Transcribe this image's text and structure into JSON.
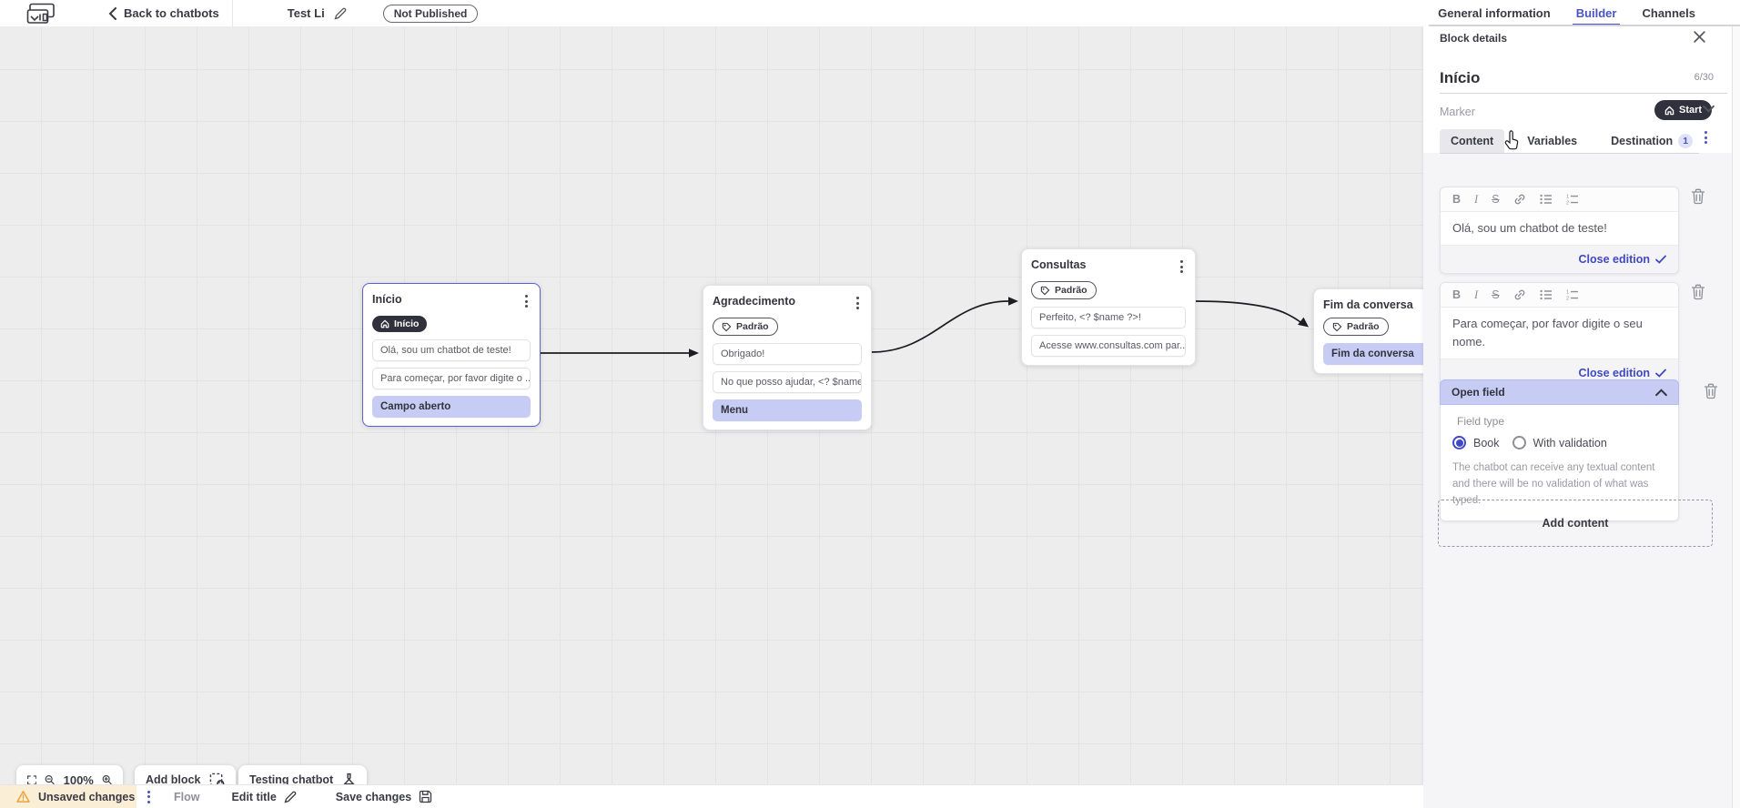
{
  "topbar": {
    "back_label": "Back to chatbots",
    "flow_title": "Test Li",
    "status_badge": "Not Published",
    "tabs": [
      {
        "label": "General information",
        "active": false
      },
      {
        "label": "Builder",
        "active": true
      },
      {
        "label": "Channels",
        "active": false
      }
    ]
  },
  "canvas": {
    "blocks": [
      {
        "title": "Início",
        "marker": "Início",
        "rows": [
          "Olá, sou um chatbot de teste!",
          "Para começar, por favor digite o ...",
          "Campo aberto"
        ]
      },
      {
        "title": "Agradecimento",
        "marker": "Padrão",
        "rows": [
          "Obrigado!",
          "No que posso ajudar, <? $name ...",
          "Menu"
        ]
      },
      {
        "title": "Consultas",
        "marker": "Padrão",
        "rows": [
          "Perfeito, <? $name ?>!",
          "Acesse www.consultas.com par..."
        ]
      },
      {
        "title": "Fim da conversa",
        "marker": "Padrão",
        "rows": [
          "Fim da conversa"
        ]
      }
    ],
    "zoom_level": "100%",
    "add_block_label": "Add block",
    "testing_label": "Testing chatbot"
  },
  "panel": {
    "header": "Block details",
    "block_name": "Início",
    "counter": "6/30",
    "marker_label": "Marker",
    "marker_value": "Start",
    "tabs": [
      {
        "label": "Content",
        "active": true
      },
      {
        "label": "Variables",
        "active": false
      },
      {
        "label": "Destination",
        "badge": "1",
        "active": false
      }
    ],
    "editors": [
      {
        "text": "Olá, sou um chatbot de teste!",
        "close_label": "Close edition"
      },
      {
        "text": "Para começar, por favor digite o seu nome.",
        "close_label": "Close edition"
      }
    ],
    "open_field": {
      "title": "Open field",
      "field_type_label": "Field type",
      "options": [
        {
          "label": "Book",
          "selected": true
        },
        {
          "label": "With validation",
          "selected": false
        }
      ],
      "helper": "The chatbot can receive any textual content and there will be no validation of what was typed."
    },
    "add_content_label": "Add content"
  },
  "statusbar": {
    "unsaved_label": "Unsaved changes",
    "flow_label": "Flow",
    "edit_title_label": "Edit title",
    "save_label": "Save changes"
  },
  "colors": {
    "accent": "#4a53c4",
    "highlight": "#c6ccf4",
    "selected_border": "#5b61c9",
    "dark_pill": "#31313d",
    "warning_bg": "#fbeed6",
    "warning_icon": "#e9a43c"
  }
}
